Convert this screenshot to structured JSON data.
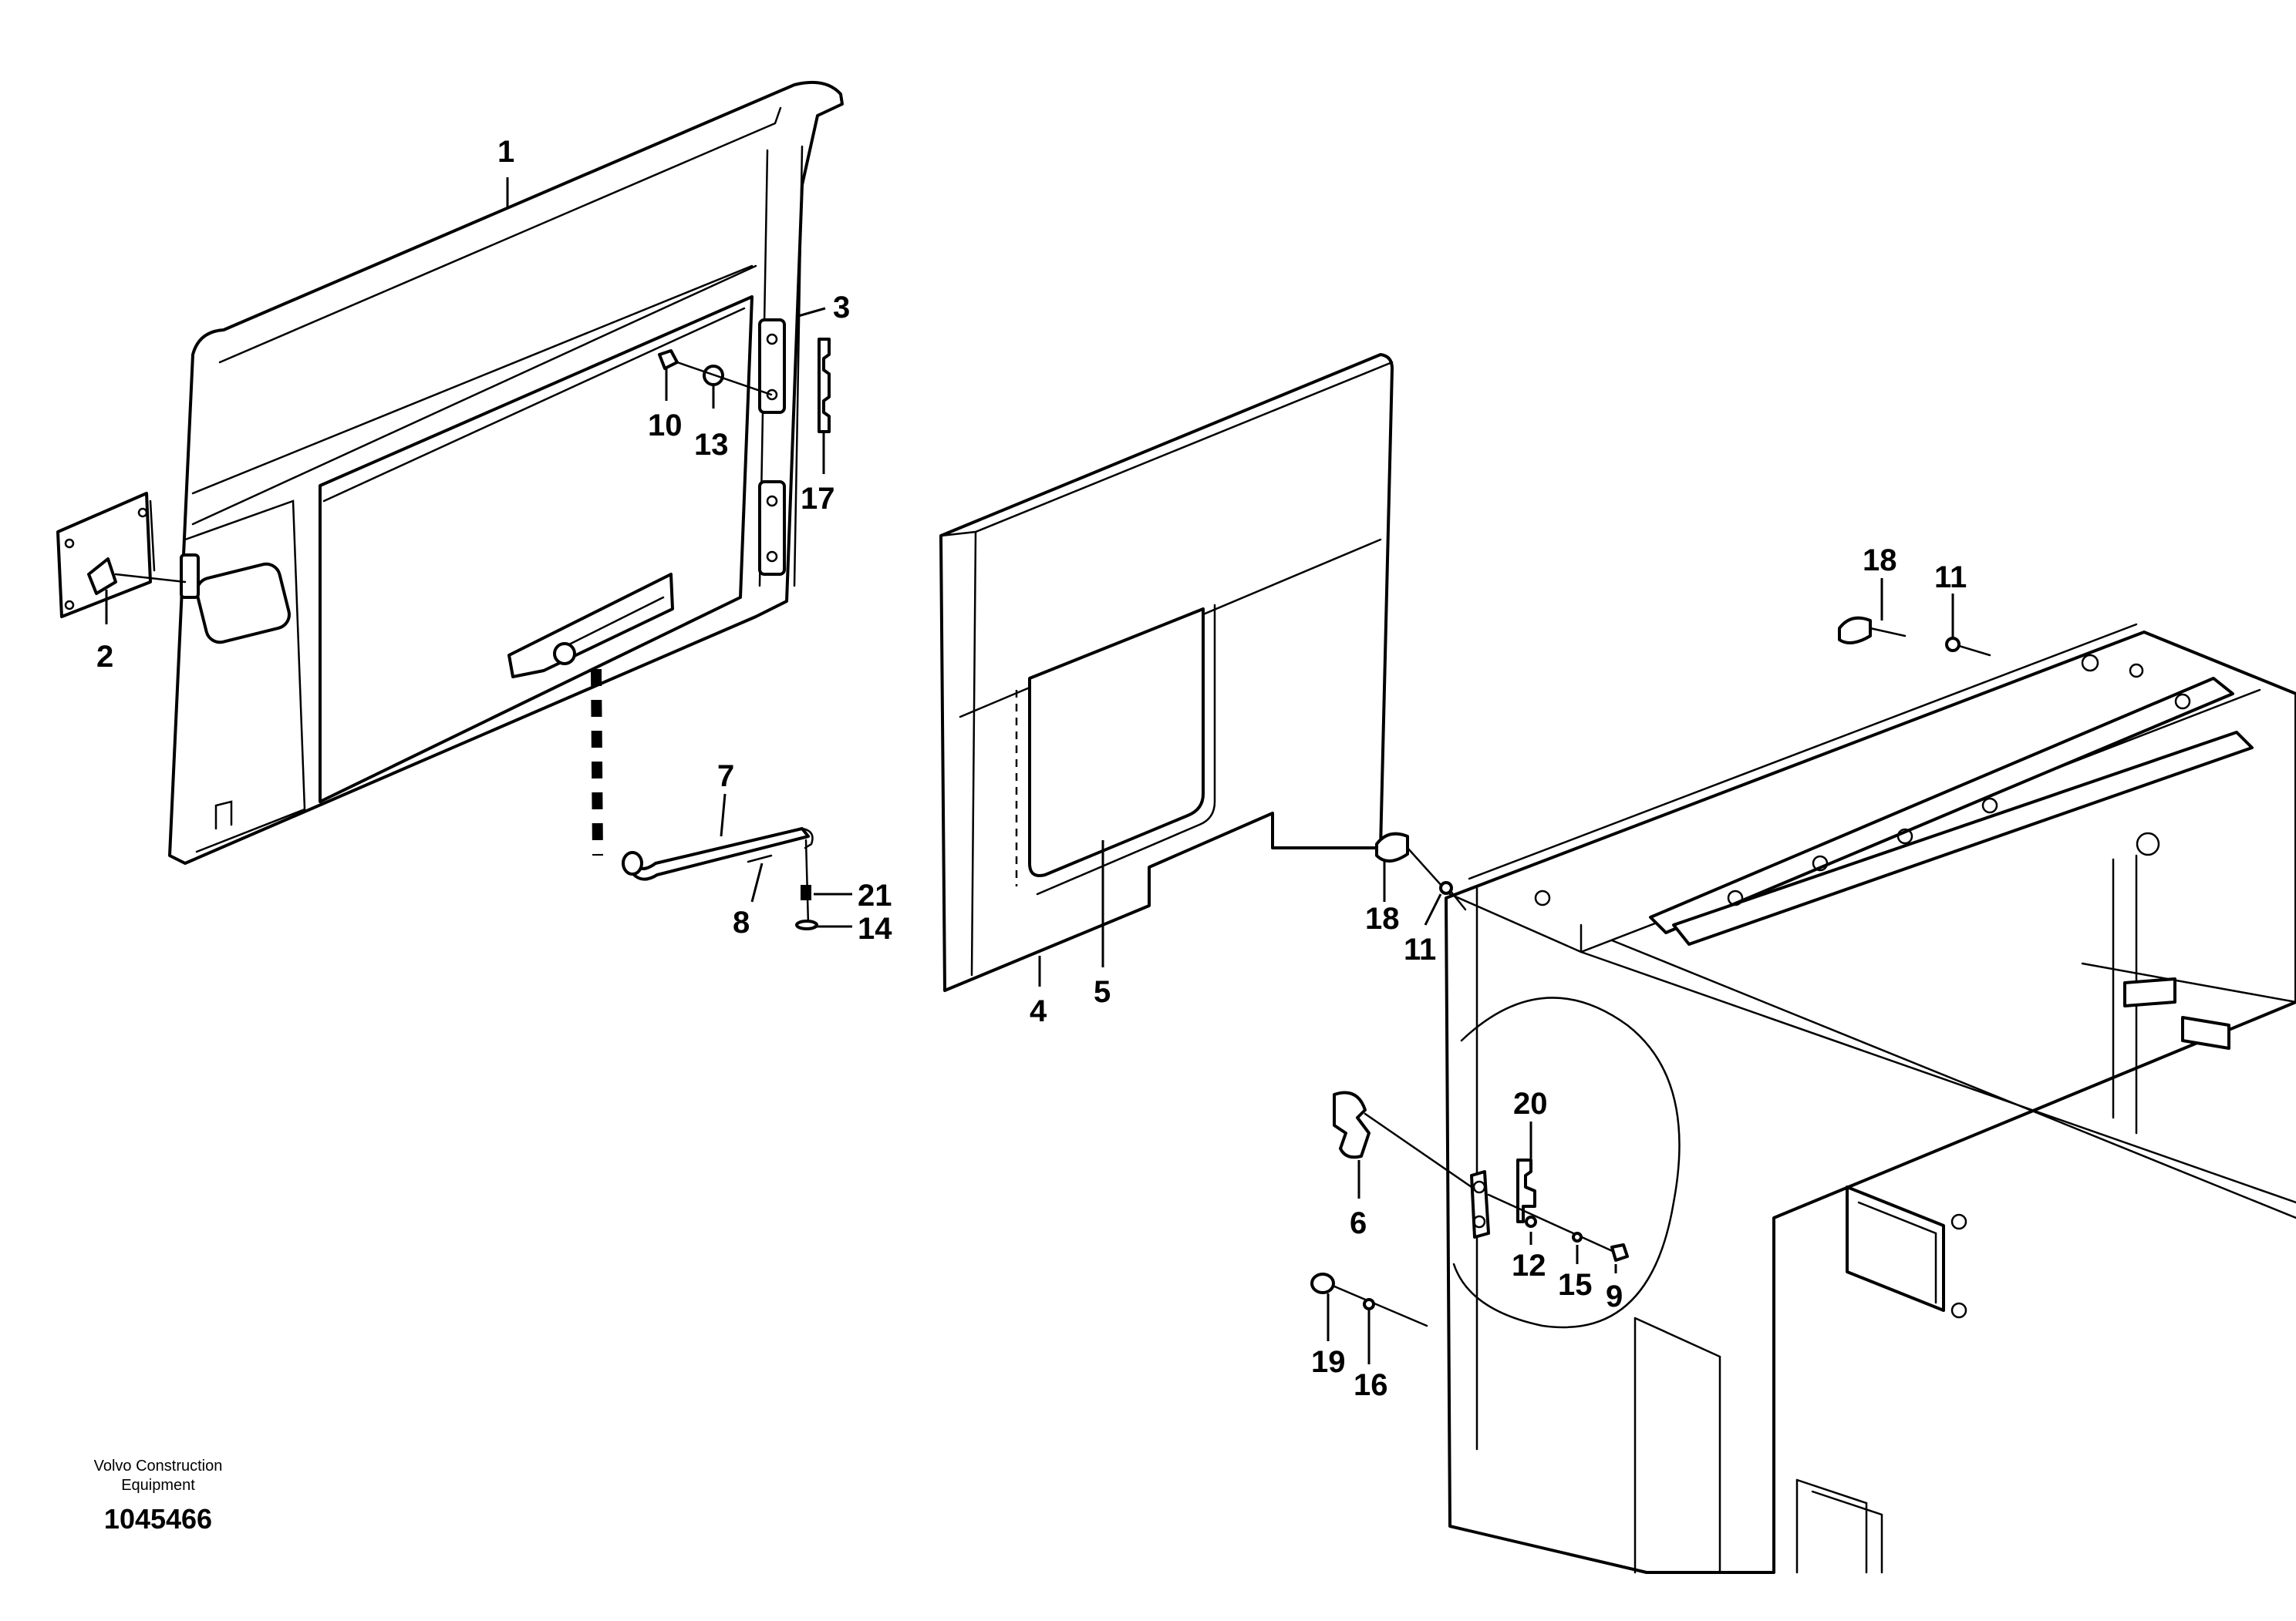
{
  "callouts": {
    "c1": "1",
    "c2": "2",
    "c3": "3",
    "c4": "4",
    "c5": "5",
    "c6": "6",
    "c7": "7",
    "c8": "8",
    "c9": "9",
    "c10": "10",
    "c11a": "11",
    "c11b": "11",
    "c12": "12",
    "c13": "13",
    "c14": "14",
    "c15": "15",
    "c16": "16",
    "c17": "17",
    "c18a": "18",
    "c18b": "18",
    "c19": "19",
    "c20": "20",
    "c21": "21"
  },
  "footer": {
    "brand_line1": "Volvo Construction",
    "brand_line2": "Equipment",
    "doc_number": "1045466"
  }
}
